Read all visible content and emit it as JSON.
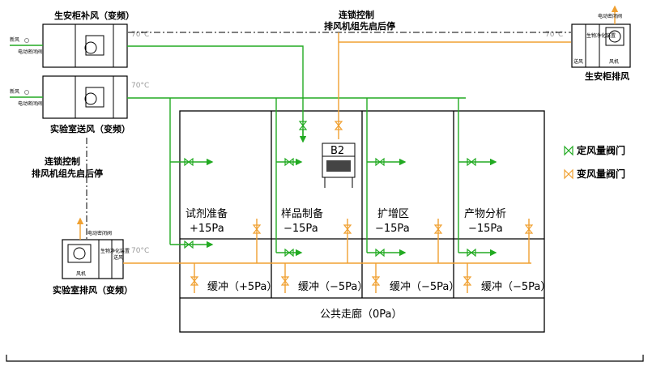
{
  "annotations": {
    "supply_top": "生安柜补风（变频）",
    "supply_lab": "实验室送风（变频）",
    "interlock_top_1": "连锁控制",
    "interlock_top_2": "排风机组先启后停",
    "interlock_left_1": "连锁控制",
    "interlock_left_2": "排风机组先启后停",
    "bsc_exhaust": "生安柜排风",
    "lab_exhaust": "实验室排风（变频）",
    "corridor": "公共走廊（0Pa）",
    "bsc_label": "B2"
  },
  "unit_labels": {
    "fresh_air": "新风",
    "elec_damper": "电动密闭阀",
    "fan": "风机",
    "bio_filter": "生物净化装置",
    "exhaust_out": "送风"
  },
  "temps": [
    "70°C",
    "70°C",
    "70°C",
    "70°C"
  ],
  "rooms": [
    {
      "name": "试剂准备",
      "pressure": "+15Pa",
      "buffer": "缓冲（+5Pa）"
    },
    {
      "name": "样品制备",
      "pressure": "−15Pa",
      "buffer": "缓冲（−5Pa）"
    },
    {
      "name": "扩增区",
      "pressure": "−15Pa",
      "buffer": "缓冲（−5Pa）"
    },
    {
      "name": "产物分析",
      "pressure": "−15Pa",
      "buffer": "缓冲（−5Pa）"
    }
  ],
  "legend": {
    "constant_valve": "定风量阀门",
    "variable_valve": "变风量阀门"
  },
  "colors": {
    "supply": "#22aa22",
    "exhaust": "#f0a030",
    "line": "#000000"
  }
}
